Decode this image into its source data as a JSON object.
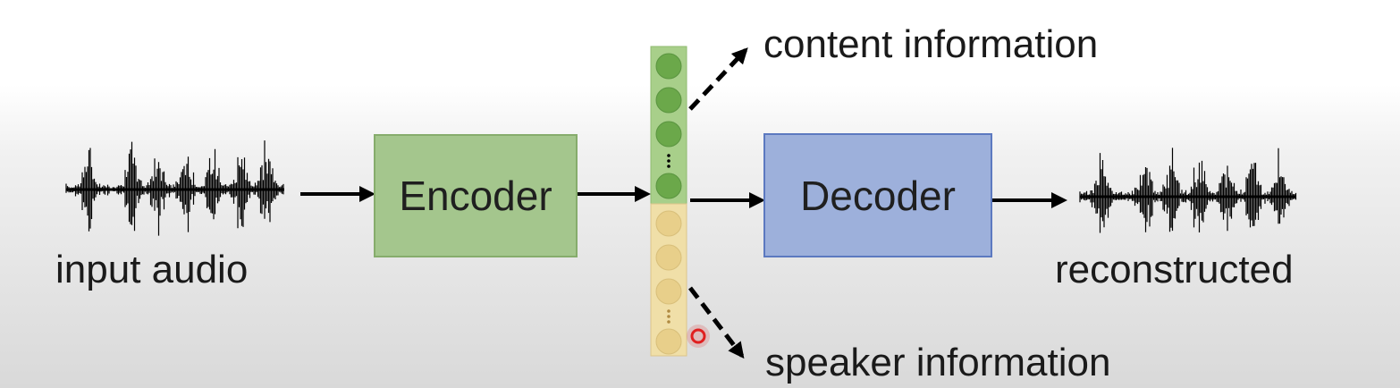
{
  "labels": {
    "input_audio": "input audio",
    "reconstructed": "reconstructed",
    "content_information": "content information",
    "speaker_information": "speaker information"
  },
  "blocks": {
    "encoder": "Encoder",
    "decoder": "Decoder"
  },
  "latent_vector": {
    "content_part": {
      "color": "#a8cf8a",
      "dot_color": "#6ba84a",
      "dots": 4
    },
    "speaker_part": {
      "color": "#f0dfa8",
      "dot_color": "#e8cf8a",
      "dots": 4
    }
  },
  "colors": {
    "encoder_fill": "#a4c68d",
    "decoder_fill": "#9db0db",
    "arrow": "#000000",
    "cursor_marker": "#e02020"
  }
}
